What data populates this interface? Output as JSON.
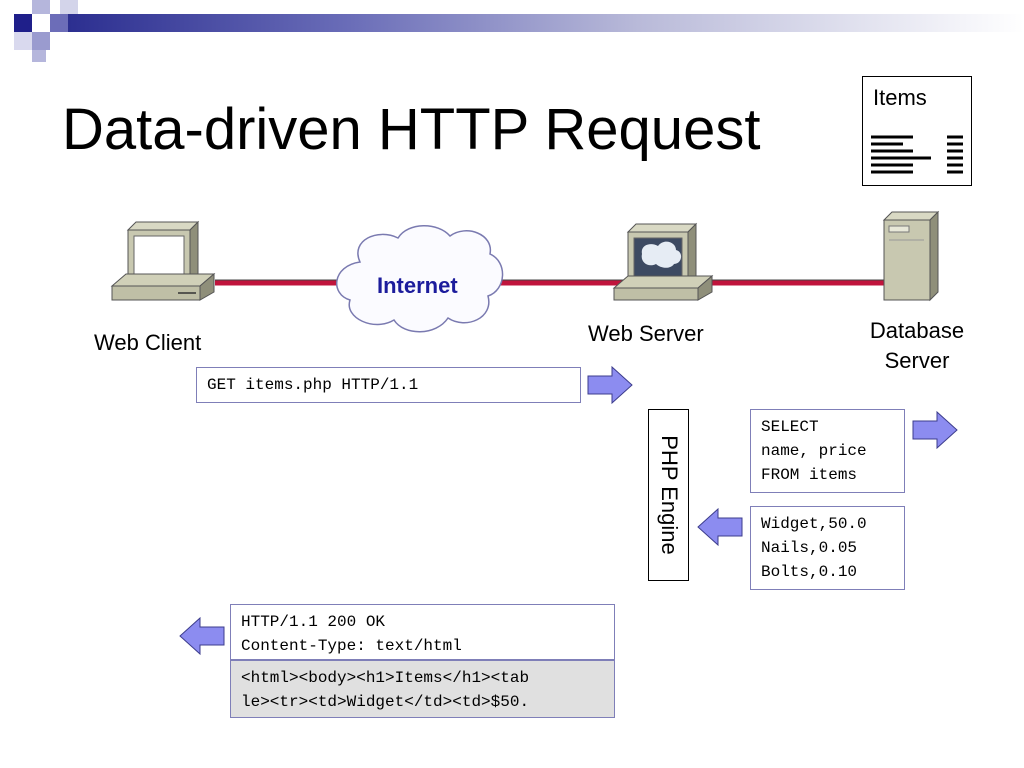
{
  "slide": {
    "title": "Data-driven HTTP Request"
  },
  "items_document": {
    "label": "Items"
  },
  "nodes": {
    "web_client": "Web Client",
    "internet": "Internet",
    "web_server": "Web Server",
    "database_line1": "Database",
    "database_line2": "Server"
  },
  "php_engine": {
    "label": "PHP Engine"
  },
  "messages": {
    "request": "GET items.php HTTP/1.1",
    "sql_query": "SELECT\nname, price\nFROM items",
    "sql_result": "Widget,50.0\nNails,0.05\nBolts,0.10",
    "response_header": "HTTP/1.1 200 OK\nContent-Type: text/html",
    "response_body": "<html><body><h1>Items</h1><tab\nle><tr><td>Widget</td><td>$50."
  },
  "colors": {
    "title_bar_dark": "#2a2d8f",
    "link_line": "#c0143c",
    "arrow_fill": "#8c8cf0",
    "cloud_text": "#1c1c9c",
    "body_box_bg": "#e0e0e0"
  }
}
